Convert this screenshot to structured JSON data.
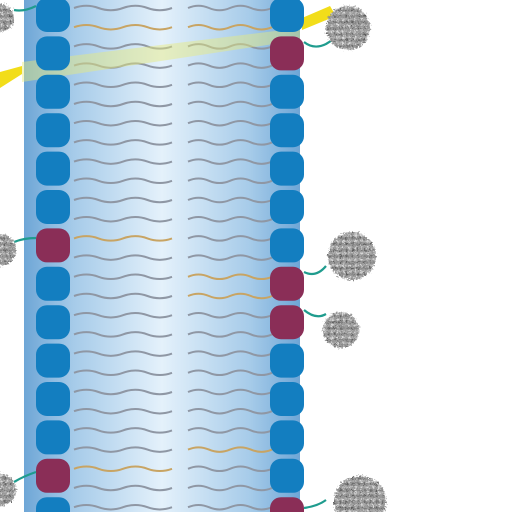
{
  "colors": {
    "background": "#ffffff",
    "membrane_light": "#e4f1fb",
    "membrane_mid": "#a6cbe9",
    "membrane_dark": "#6ea6d6",
    "membrane_edge": "#5f97c8",
    "headgroup_blue": "#137ec0",
    "headgroup_maroon": "#8a2e57",
    "tail_gray": "#8f97a4",
    "tail_gold": "#c8a463",
    "beam_yellow": "#f2dd1a",
    "linker_teal": "#1f9c8e",
    "protein_gray": "#8a8a8a"
  },
  "diagram": {
    "left_headgroups": [
      "blue",
      "blue",
      "blue",
      "blue",
      "blue",
      "blue",
      "maroon",
      "blue",
      "blue",
      "blue",
      "blue",
      "blue",
      "maroon",
      "blue"
    ],
    "right_headgroups": [
      "blue",
      "maroon",
      "blue",
      "blue",
      "blue",
      "blue",
      "blue",
      "maroon",
      "maroon",
      "blue",
      "blue",
      "blue",
      "blue",
      "maroon"
    ],
    "tail_rows": [
      {
        "left": "gray",
        "right": "gray"
      },
      {
        "left": "gold",
        "right": "gold"
      },
      {
        "left": "gray",
        "right": "gray"
      },
      {
        "left": "gray",
        "right": "gray"
      },
      {
        "left": "gray",
        "right": "gray"
      },
      {
        "left": "gray",
        "right": "gray"
      },
      {
        "left": "gray",
        "right": "gray"
      },
      {
        "left": "gray",
        "right": "gray"
      },
      {
        "left": "gray",
        "right": "gray"
      },
      {
        "left": "gray",
        "right": "gray"
      },
      {
        "left": "gray",
        "right": "gray"
      },
      {
        "left": "gray",
        "right": "gray"
      },
      {
        "left": "gold",
        "right": "gray"
      },
      {
        "left": "gray",
        "right": "gray"
      },
      {
        "left": "gray",
        "right": "gold"
      },
      {
        "left": "gray",
        "right": "gold"
      },
      {
        "left": "gray",
        "right": "gray"
      },
      {
        "left": "gray",
        "right": "gray"
      },
      {
        "left": "gray",
        "right": "gray"
      },
      {
        "left": "gray",
        "right": "gray"
      },
      {
        "left": "gray",
        "right": "gray"
      },
      {
        "left": "gray",
        "right": "gray"
      },
      {
        "left": "gray",
        "right": "gray"
      },
      {
        "left": "gray",
        "right": "gold"
      },
      {
        "left": "gold",
        "right": "gray"
      },
      {
        "left": "gray",
        "right": "gray"
      },
      {
        "left": "gray",
        "right": "gray"
      }
    ],
    "proteins_count_right": 4,
    "proteins_count_left": 3
  }
}
